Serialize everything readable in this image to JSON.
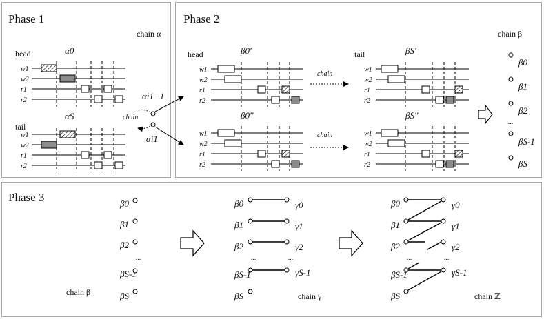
{
  "phase1": {
    "title": "Phase 1",
    "chain_label": "chain α",
    "head_label": "head",
    "tail_label": "tail",
    "alpha_0": "α0",
    "alpha_S": "αS",
    "chain_mid": "chain",
    "alpha_i1_minus": "αi1−1",
    "alpha_i1": "αi1",
    "rows": [
      "w1",
      "w2",
      "r1",
      "r2"
    ]
  },
  "phase2": {
    "title": "Phase 2",
    "chain_label": "chain β",
    "head_label": "head",
    "tail_label": "tail",
    "beta0_p": "β0'",
    "betaS_p": "βS'",
    "beta0_pp": "β0''",
    "betaS_pp": "βS''",
    "chain_arrow": "chain",
    "beta_list": [
      "β0",
      "β1",
      "β2",
      "...",
      "βS-1",
      "βS"
    ]
  },
  "phase3": {
    "title": "Phase 3",
    "chain_beta": "chain β",
    "chain_gamma": "chain γ",
    "chain_z": "chain ℤ",
    "beta_list": [
      "β0",
      "β1",
      "β2",
      "...",
      "βS-1",
      "βS"
    ],
    "gamma_list": [
      "γ0",
      "γ1",
      "γ2",
      "...",
      "γS-1"
    ]
  }
}
